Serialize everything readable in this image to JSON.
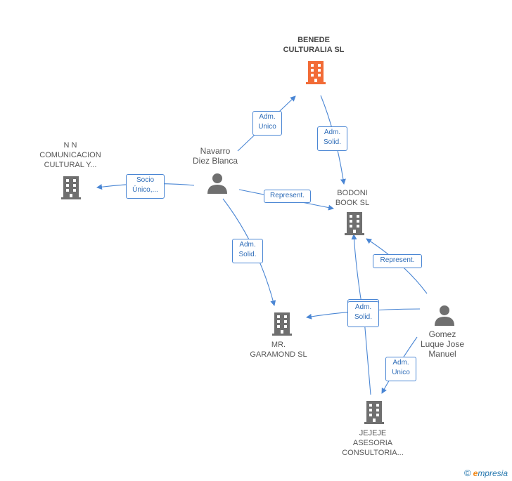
{
  "nodes": {
    "benede": {
      "lines": [
        "BENEDE",
        "CULTURALIA SL"
      ],
      "color": "#f26b36"
    },
    "nn": {
      "lines": [
        "N N",
        "COMUNICACION",
        "CULTURAL Y..."
      ],
      "color": "#6f6f6f"
    },
    "navarro": {
      "lines": [
        "Navarro",
        "Diez Blanca"
      ],
      "color": "#6f6f6f"
    },
    "bodoni": {
      "lines": [
        "BODONI",
        "BOOK SL"
      ],
      "color": "#6f6f6f"
    },
    "garamond": {
      "lines": [
        "MR.",
        "GARAMOND SL"
      ],
      "color": "#6f6f6f"
    },
    "gomez": {
      "lines": [
        "Gomez",
        "Luque Jose",
        "Manuel"
      ],
      "color": "#6f6f6f"
    },
    "jejeje": {
      "lines": [
        "JEJEJE",
        "ASESORIA",
        "CONSULTORIA..."
      ],
      "color": "#6f6f6f"
    }
  },
  "edges": {
    "navarro_benede": [
      "Adm.",
      "Unico"
    ],
    "benede_bodoni": [
      "Adm.",
      "Solid."
    ],
    "navarro_nn": [
      "Socio",
      "Único,..."
    ],
    "navarro_bodoni": [
      "Represent."
    ],
    "navarro_garamond": [
      "Adm.",
      "Solid."
    ],
    "gomez_bodoni": [
      "Represent."
    ],
    "gomez_garamond": [
      "Adm.",
      "Solid."
    ],
    "gomez_jejeje": [
      "Adm.",
      "Unico"
    ]
  },
  "footer": {
    "copyright": "©",
    "brand_e": "e",
    "brand_rest": "mpresia"
  },
  "colors": {
    "edge": "#4a86d4",
    "main_node": "#f26b36",
    "node": "#6f6f6f"
  }
}
